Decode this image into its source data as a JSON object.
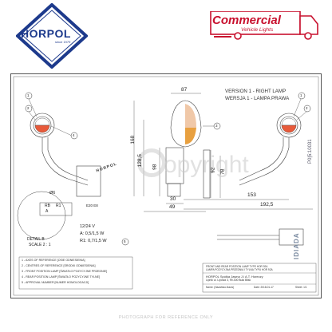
{
  "brand": {
    "horpol_logo_text": "HORPOL",
    "horpol_since": "since 1979",
    "commercial_title": "Commercial",
    "commercial_subtitle": "Vehicle Lights"
  },
  "drawing": {
    "version_en": "VERSION 1 - RIGHT LAMP",
    "version_pl": "WERSJA 1 - LAMPA PRAWA",
    "vertical_code": "P0|5:10031",
    "watermark": "opyright",
    "dimensions": {
      "d87": "87",
      "d168": "168",
      "d128_5": "128,5",
      "d98": "98",
      "d92": "92",
      "d78": "78",
      "d30": "30",
      "d49": "49",
      "d153": "153",
      "d192_5": "192,5",
      "d6": "Ø6"
    },
    "callouts": [
      "1",
      "2",
      "3",
      "4",
      "5"
    ],
    "detail_label": "DETAIL B",
    "detail_scale": "SCALE 2 : 1",
    "detail_rb": "RB",
    "detail_r1": "R1",
    "detail_a": "A",
    "detail_code": "E20 E8",
    "spec": {
      "voltage": "12/24 V",
      "a_power": "A: 0,5/1,5 W",
      "r1_power": "R1: 0,7/1,5 W"
    },
    "legend": [
      "1 - AXES OF REFERENCE [OSIE ODNIESIENIA]",
      "2 - CENTRES OF REFERENCE [ŚRODKI ODNIESIENIA]",
      "3 - FRONT POSITION LAMP [ŚWIATŁO POZYCYJNE PRZEDNIE]",
      "4 - REAR POSITION LAMP [ŚWIATŁO POZYCYJNE TYLNE]",
      "5 - APPROVAL NUMBER [NUMER HOMOLOGACJI]"
    ],
    "title_block": {
      "name_en": "FRONT AND REAR POSITION LAMP TYPE HOR 92A",
      "name_pl": "LAMPA POZYCYJNA PRZEDNIA I TYLNA TYPU HOR 92A",
      "company": "HORPOL Spółka Jawna   J.I A.T. Horeczy",
      "address": "Lipnik ul. Lipowa 3, 99-300 Buła Biłsk",
      "drawn": "Name: (Nazwisko-Nazw)",
      "date": "Date: 2018-01-17",
      "sheet": "Sheet: 1/1"
    },
    "stamp_logo": "HORPOL",
    "stamp_side": "IDIADA"
  },
  "footer": {
    "text": "PHOTOGRAPH FOR REFERENCE ONLY"
  },
  "colors": {
    "navy": "#1d3a8c",
    "red": "#c8102e",
    "amber": "#e8a040",
    "line": "#444444"
  }
}
